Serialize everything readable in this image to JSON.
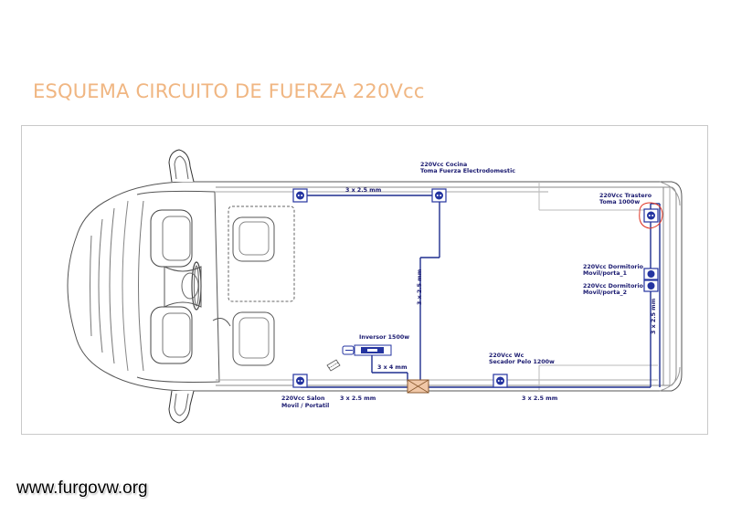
{
  "title": "ESQUEMA CIRCUITO DE FUERZA 220Vcc",
  "watermark": "www.furgovw.org",
  "colors": {
    "title": "#f0b682",
    "wire": "#1f2f8f",
    "outlet": "#2434a0",
    "junction_box": "#f1c8a8",
    "highlight_circle": "#e03a2a",
    "van_outline": "#555555"
  },
  "labels": {
    "cocina": [
      "220Vcc Cocina",
      "Toma Fuerza Electrodomestic"
    ],
    "trastero": [
      "220Vcc Trastero",
      "Toma 1000w"
    ],
    "dormitorio_1": [
      "220Vcc Dormitorio",
      "Movil/porta_1"
    ],
    "dormitorio_2": [
      "220Vcc Dormitorio",
      "Movil/porta_2"
    ],
    "inversor": "Inversor 1500w",
    "wc": [
      "220Vcc Wc",
      "Secador Pelo 1200w"
    ],
    "salon": [
      "220Vcc Salon",
      "Movil / Portatil"
    ]
  },
  "dimensions": {
    "top_run": "3 x 2.5 mm",
    "center_vertical": "3 x 2.5 mm",
    "right_vertical": "3 x 2.5 mm",
    "inverter_feed": "3 x 4 mm",
    "bottom_left": "3 x 2.5 mm",
    "bottom_right": "3 x 2.5 mm"
  },
  "icons": [
    "outlet-icon",
    "inverter-icon",
    "junction-box-icon",
    "steering-wheel-icon",
    "seat-icon"
  ]
}
